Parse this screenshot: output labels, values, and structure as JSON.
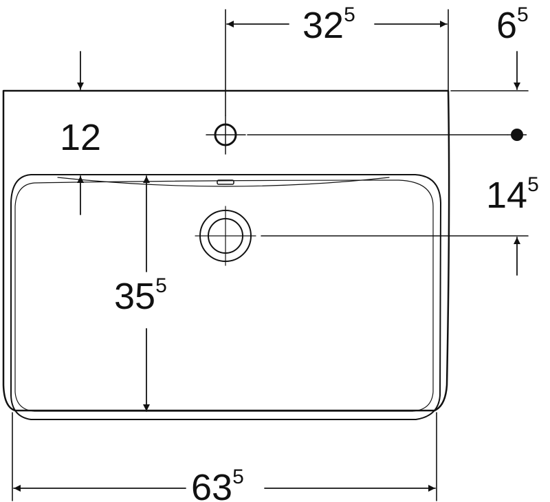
{
  "diagram": {
    "type": "technical-dimension-drawing",
    "subject": "washbasin top view",
    "line_color": "#111111",
    "background": "#ffffff"
  },
  "dimensions": {
    "tap_hole_offset": {
      "main": "32",
      "sup": "5"
    },
    "rear_rim_to_tap_hole": {
      "main": "6",
      "sup": "5"
    },
    "rim_thickness": {
      "main": "12"
    },
    "tap_hole_to_drain": {
      "main": "14",
      "sup": "5"
    },
    "bowl_depth": {
      "main": "35",
      "sup": "5"
    },
    "overall_width": {
      "main": "63",
      "sup": "5"
    }
  }
}
